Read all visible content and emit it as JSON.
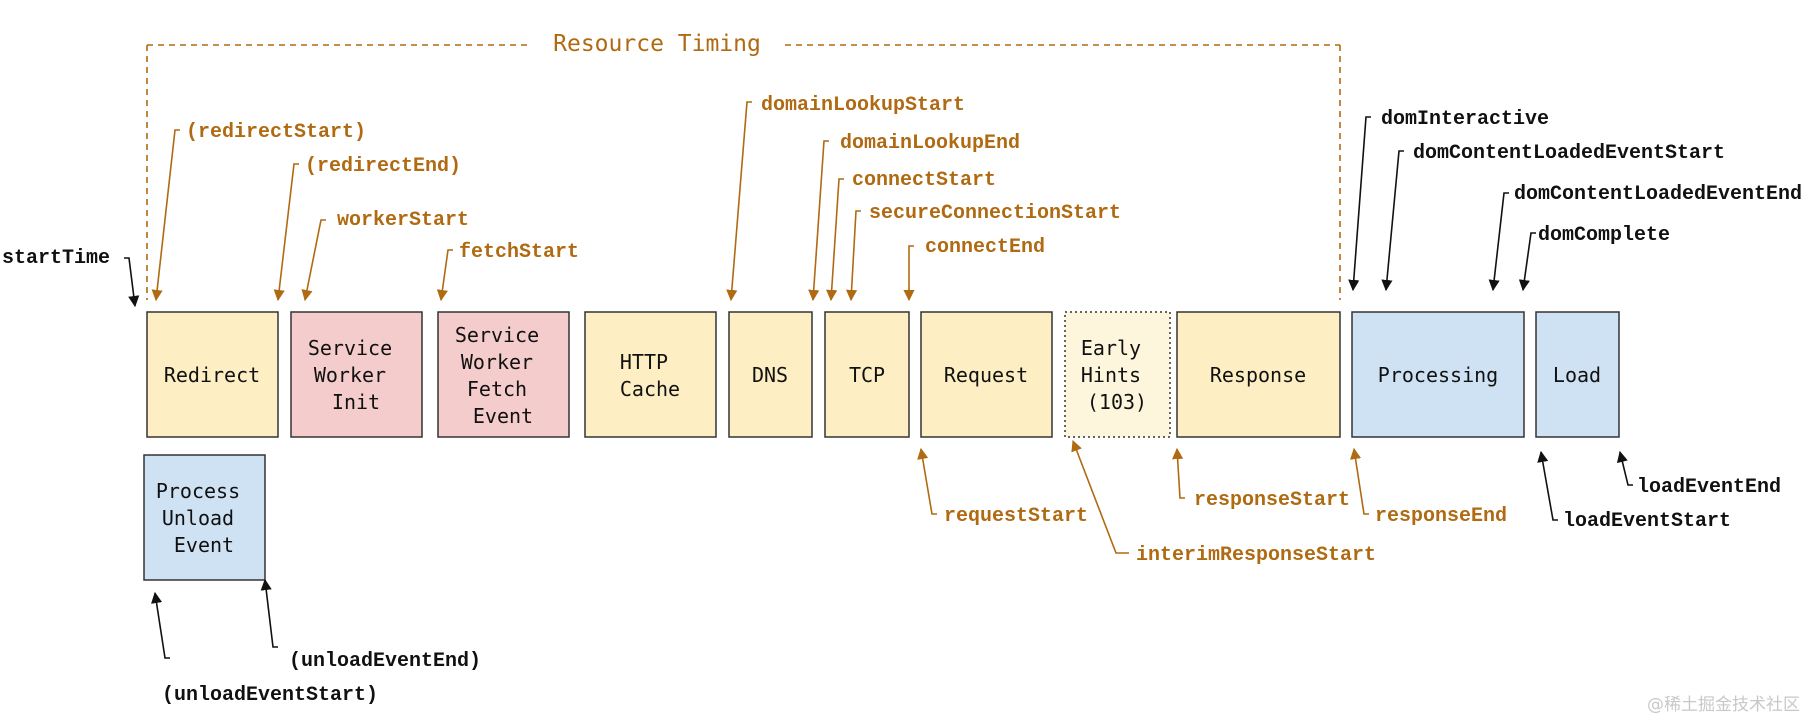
{
  "title": "Resource Timing",
  "colors": {
    "yellow": "#fdefc3",
    "pink": "#f4cccc",
    "blue": "#cfe2f3",
    "orange": "#b06a12",
    "black": "#111111"
  },
  "boxes": {
    "redirect": "Redirect",
    "service_worker_init": [
      "Service",
      "Worker",
      "Init"
    ],
    "service_worker_fetch": [
      "Service",
      "Worker",
      "Fetch",
      "Event"
    ],
    "http_cache": [
      "HTTP",
      "Cache"
    ],
    "dns": "DNS",
    "tcp": "TCP",
    "request": "Request",
    "early_hints": [
      "Early",
      "Hints",
      "(103)"
    ],
    "response": "Response",
    "processing": "Processing",
    "load": "Load",
    "process_unload": [
      "Process",
      "Unload",
      "Event"
    ]
  },
  "labels": {
    "start_time": "startTime",
    "redirect_start": "(redirectStart)",
    "redirect_end": "(redirectEnd)",
    "worker_start": "workerStart",
    "fetch_start": "fetchStart",
    "domain_lookup_start": "domainLookupStart",
    "domain_lookup_end": "domainLookupEnd",
    "connect_start": "connectStart",
    "secure_connection_start": "secureConnectionStart",
    "connect_end": "connectEnd",
    "request_start": "requestStart",
    "interim_response_start": "interimResponseStart",
    "response_start": "responseStart",
    "response_end": "responseEnd",
    "dom_interactive": "domInteractive",
    "dom_content_loaded_event_start": "domContentLoadedEventStart",
    "dom_content_loaded_event_end": "domContentLoadedEventEnd",
    "dom_complete": "domComplete",
    "load_event_start": "loadEventStart",
    "load_event_end": "loadEventEnd",
    "unload_event_start": "(unloadEventStart)",
    "unload_event_end": "(unloadEventEnd)"
  },
  "watermark": "@稀土掘金技术社区"
}
